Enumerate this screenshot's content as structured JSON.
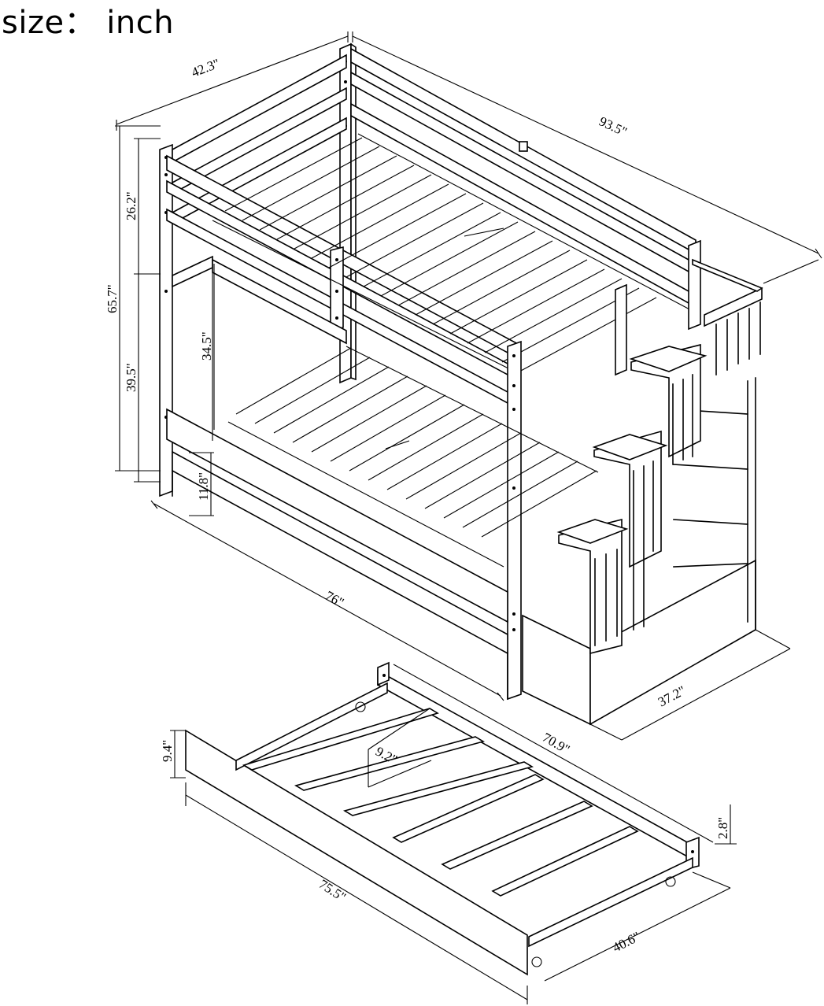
{
  "title": "size： inch",
  "dimensions": {
    "top_width": "42.3\"",
    "total_length": "93.5\"",
    "total_height": "65.7\"",
    "upper_height": "26.2\"",
    "lower_height": "39.5\"",
    "bunk_clearance": "34.5\"",
    "floor_clearance": "11.8\"",
    "bed_length": "76\"",
    "stair_width": "37.2\"",
    "trundle_length": "70.9\"",
    "trundle_height": "9.4\"",
    "slat_gap": "9.2\"",
    "caster_height": "2.8\"",
    "trundle_inner_length": "75.5\"",
    "trundle_width": "40.6\""
  },
  "colors": {
    "line": "#000000",
    "background": "#ffffff"
  }
}
